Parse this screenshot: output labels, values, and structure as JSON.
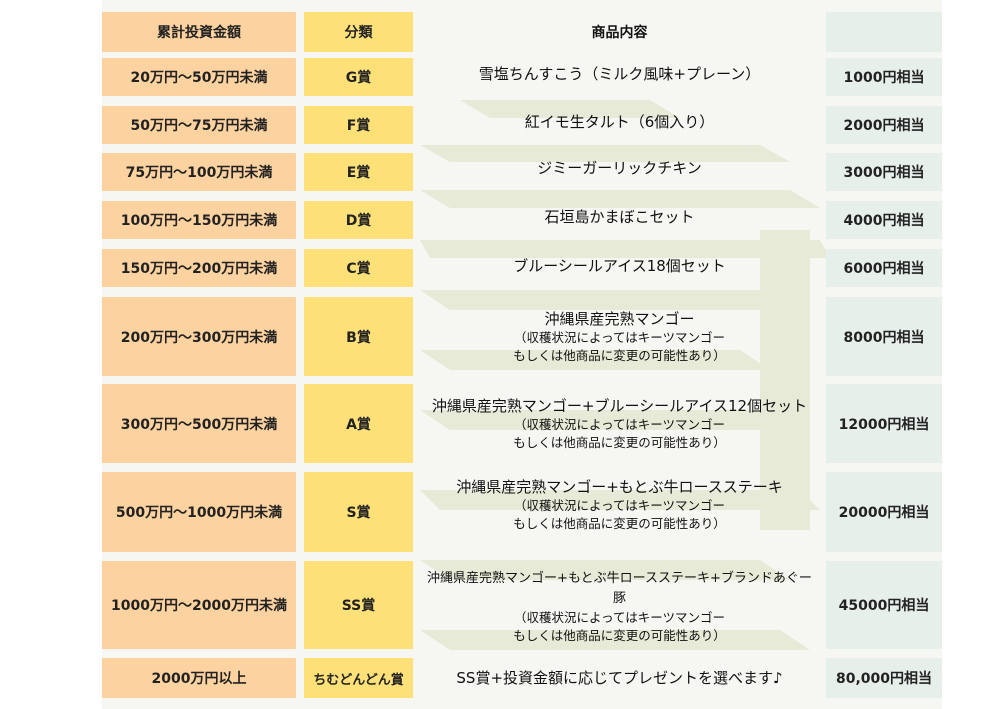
{
  "header": {
    "amount": "累計投資金額",
    "category": "分類",
    "content": "商品内容",
    "value": ""
  },
  "rows": [
    {
      "amount": "20万円〜50万円未満",
      "category": "G賞",
      "item": "雪塩ちんすこう（ミルク風味+プレーン）",
      "note1": "",
      "note2": "",
      "value": "1000円相当"
    },
    {
      "amount": "50万円〜75万円未満",
      "category": "F賞",
      "item": "紅イモ生タルト（6個入り）",
      "note1": "",
      "note2": "",
      "value": "2000円相当"
    },
    {
      "amount": "75万円〜100万円未満",
      "category": "E賞",
      "item": "ジミーガーリックチキン",
      "note1": "",
      "note2": "",
      "value": "3000円相当"
    },
    {
      "amount": "100万円〜150万円未満",
      "category": "D賞",
      "item": "石垣島かまぼこセット",
      "note1": "",
      "note2": "",
      "value": "4000円相当"
    },
    {
      "amount": "150万円〜200万円未満",
      "category": "C賞",
      "item": "ブルーシールアイス18個セット",
      "note1": "",
      "note2": "",
      "value": "6000円相当"
    },
    {
      "amount": "200万円〜300万円未満",
      "category": "B賞",
      "item": "沖縄県産完熟マンゴー",
      "note1": "（収穫状況によってはキーツマンゴー",
      "note2": "もしくは他商品に変更の可能性あり）",
      "value": "8000円相当"
    },
    {
      "amount": "300万円〜500万円未満",
      "category": "A賞",
      "item": "沖縄県産完熟マンゴー+ブルーシールアイス12個セット",
      "note1": "（収穫状況によってはキーツマンゴー",
      "note2": "もしくは他商品に変更の可能性あり）",
      "value": "12000円相当"
    },
    {
      "amount": "500万円〜1000万円未満",
      "category": "S賞",
      "item": "沖縄県産完熟マンゴー+もとぶ牛ロースステーキ",
      "note1": "（収穫状況によってはキーツマンゴー",
      "note2": "もしくは他商品に変更の可能性あり）",
      "value": "20000円相当"
    },
    {
      "amount": "1000万円〜2000万円未満",
      "category": "SS賞",
      "item": "沖縄県産完熟マンゴー+もとぶ牛ロースステーキ+ブランドあぐー豚",
      "note1": "（収穫状況によってはキーツマンゴー",
      "note2": "もしくは他商品に変更の可能性あり）",
      "value": "45000円相当"
    },
    {
      "amount": "2000万円以上",
      "category": "ちむどんどん賞",
      "item": "SS賞+投資金額に応じてプレゼントを選べます♪",
      "note1": "",
      "note2": "",
      "value": "80,000円相当"
    }
  ]
}
